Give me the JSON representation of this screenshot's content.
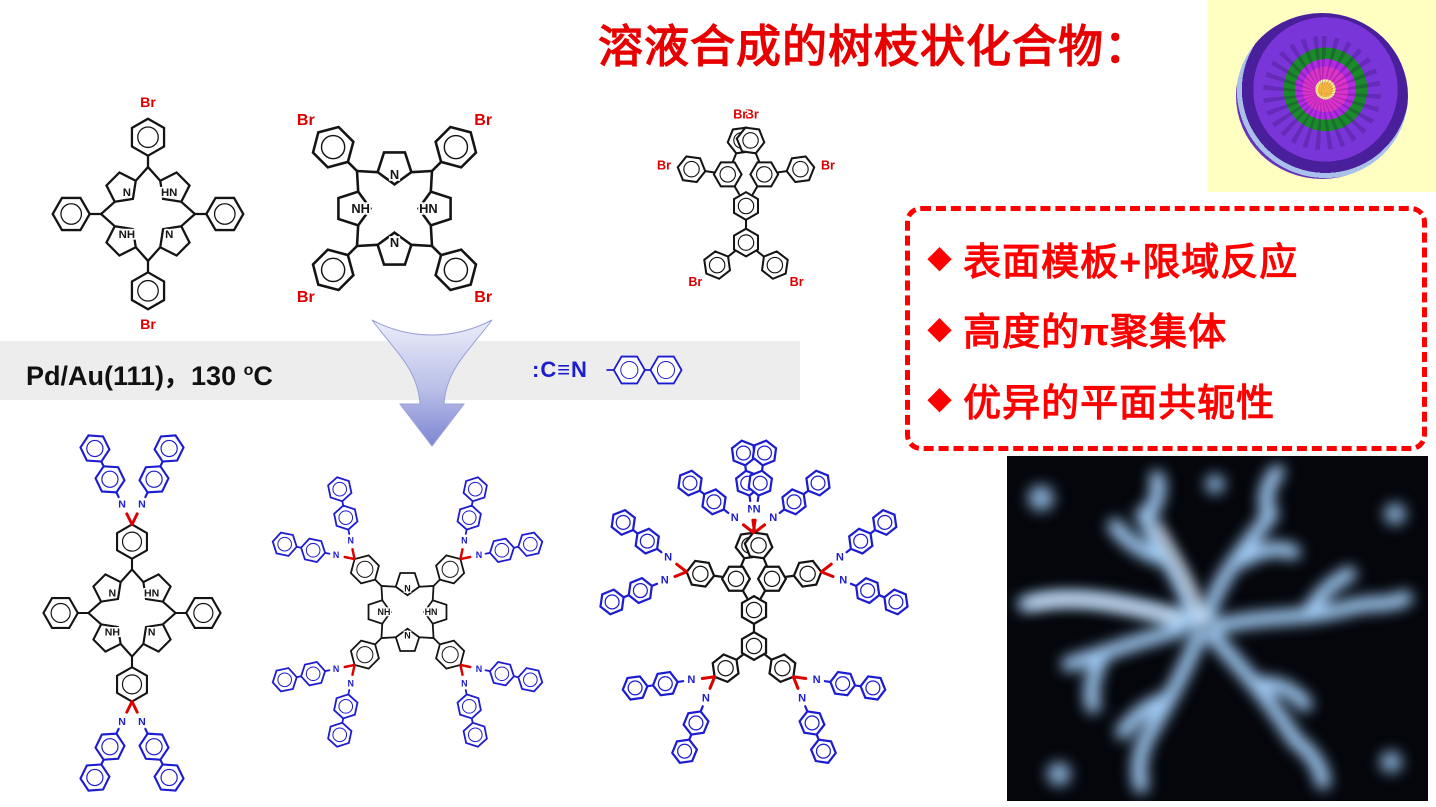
{
  "page": {
    "title": "溶液合成的树枝状化合物："
  },
  "reaction": {
    "conditions": {
      "prefix": "Pd/Au(111)，130 ",
      "sup": "o",
      "suffix": "C"
    },
    "reagent_label": ":C≡N"
  },
  "highlights": {
    "icon": "◆",
    "items": [
      "表面模板+限域反应",
      "高度的π聚集体",
      "优异的平面共轭性"
    ]
  },
  "atoms": {
    "br": "Br",
    "n": "N",
    "nh": "NH",
    "hn": "HN"
  },
  "colors": {
    "black": "#141414",
    "blue": "#1c1cd0",
    "red": "#dd0000",
    "accent_red": "#ff0000",
    "title_red": "#e80000",
    "band_gray": "#ededed",
    "arrow_purple": "#7d85d2",
    "stm_blue": "#a8d4ff",
    "thumb_yellow": "#ffffc2"
  }
}
